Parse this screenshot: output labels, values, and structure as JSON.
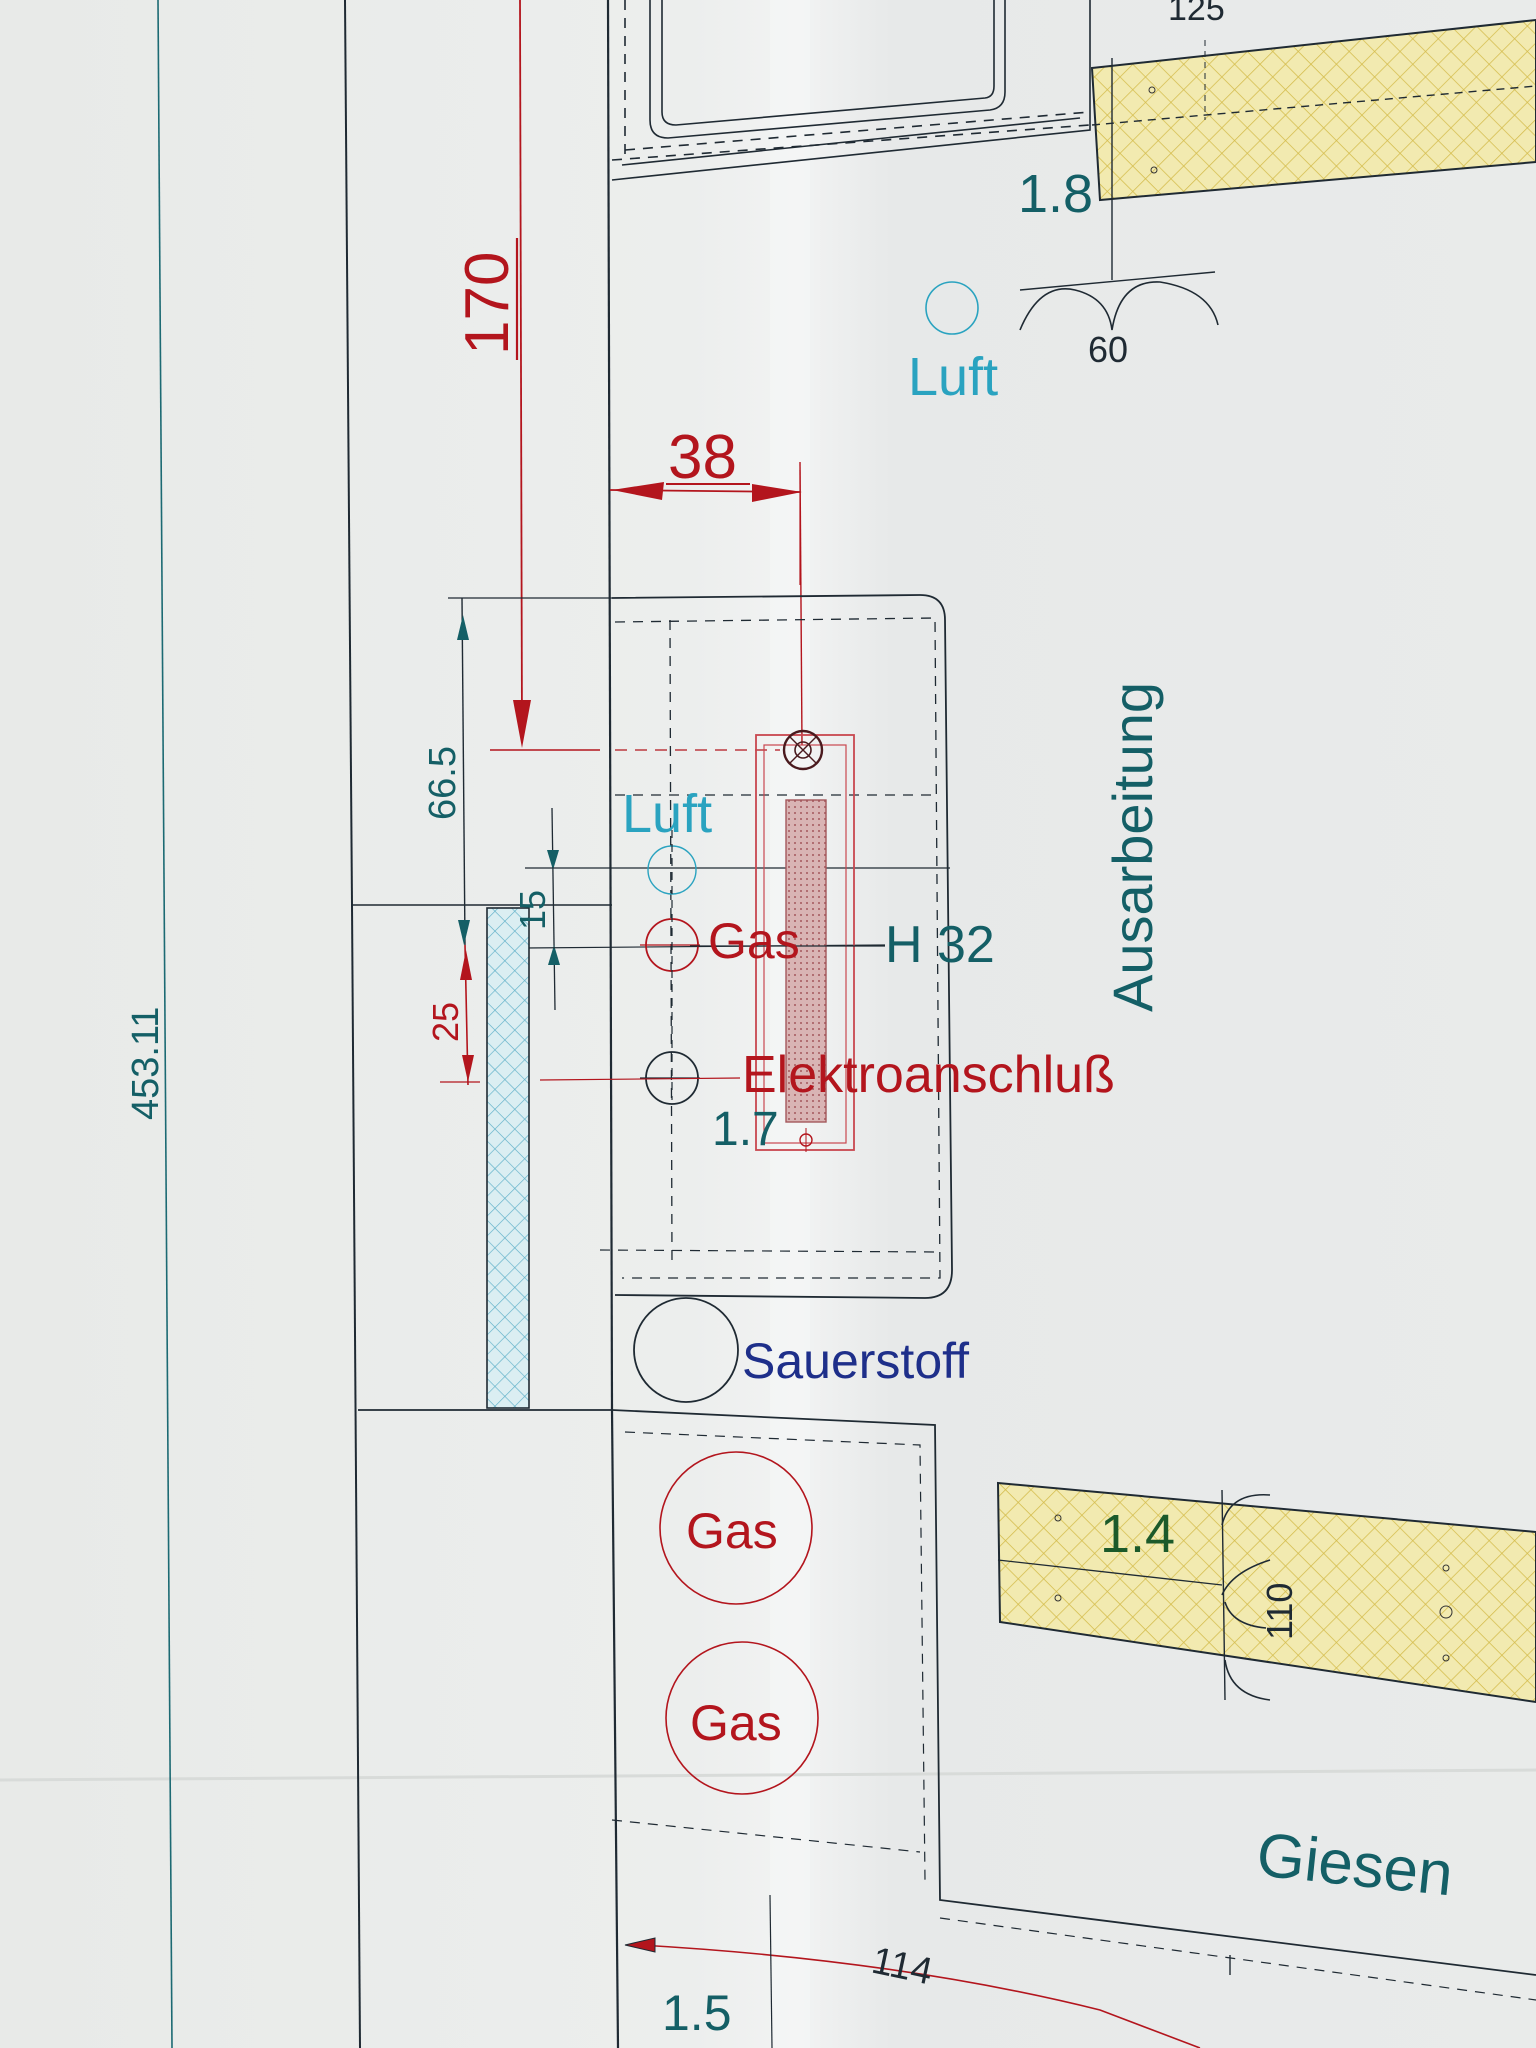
{
  "labels": {
    "dim_453": "453.11",
    "dim_170": "170",
    "dim_38": "38",
    "dim_66_5": "66.5",
    "dim_15": "15",
    "dim_25": "25",
    "dim_125": "125",
    "dim_1_8": "1.8",
    "dim_60": "60",
    "dim_1_7": "1.7",
    "dim_1_4": "1.4",
    "dim_110": "110",
    "dim_114": "114",
    "dim_1_5": "1.5",
    "luft_top": "Luft",
    "luft_mid": "Luft",
    "gas_mid": "Gas",
    "h32": "H 32",
    "elektro": "Elektroanschluß",
    "sauerstoff": "Sauerstoff",
    "gas_circle_1": "Gas",
    "gas_circle_2": "Gas",
    "ausarbeitung": "Ausarbeitung",
    "giesen": "Giesen"
  },
  "colors": {
    "ink": "#1f2a33",
    "red": "#b3151d",
    "teal": "#145f66",
    "cyan": "#2aa3c0",
    "navy": "#1e2f8a",
    "yellow_fill": "#f2eab0",
    "yellow_hatch": "#d9c24f",
    "blue_hatch": "#6fb9cf",
    "pink": "#c9474f"
  }
}
